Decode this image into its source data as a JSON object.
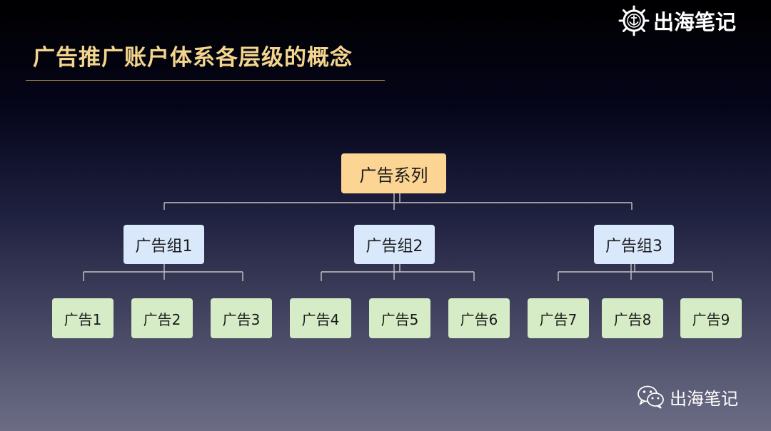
{
  "header": {
    "title": "广告推广账户体系各层级的概念",
    "logo_text": "出海笔记",
    "logo_icon": "ship-wheel-anchor-icon"
  },
  "diagram": {
    "root": {
      "label": "广告系列"
    },
    "groups": [
      {
        "label": "广告组1",
        "ads": [
          "广告1",
          "广告2",
          "广告3"
        ]
      },
      {
        "label": "广告组2",
        "ads": [
          "广告4",
          "广告5",
          "广告6"
        ]
      },
      {
        "label": "广告组3",
        "ads": [
          "广告7",
          "广告8",
          "广告9"
        ]
      }
    ]
  },
  "footer": {
    "text": "出海笔记",
    "icon": "wechat-icon"
  },
  "colors": {
    "title": "#f3d58e",
    "root_fill": "#fcd595",
    "group_fill": "#d9e8fb",
    "leaf_fill": "#d6ecc6",
    "connector": "#c4c4c4"
  }
}
